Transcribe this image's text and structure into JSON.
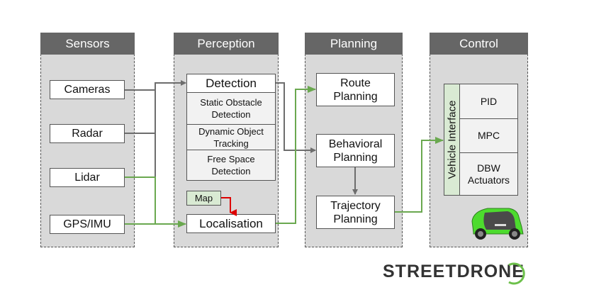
{
  "columns": {
    "sensors": {
      "title": "Sensors",
      "items": [
        "Cameras",
        "Radar",
        "Lidar",
        "GPS/IMU"
      ]
    },
    "perception": {
      "title": "Perception",
      "detection": "Detection",
      "detection_subitems": [
        "Static Obstacle Detection",
        "Dynamic Object Tracking",
        "Free Space Detection"
      ],
      "map": "Map",
      "localisation": "Localisation"
    },
    "planning": {
      "title": "Planning",
      "items": [
        "Route Planning",
        "Behavioral Planning",
        "Trajectory Planning"
      ]
    },
    "control": {
      "title": "Control",
      "vehicle_interface": "Vehicle Interface",
      "items": [
        "PID",
        "MPC",
        "DBW Actuators"
      ]
    }
  },
  "logo": {
    "text": "STREETDRONE",
    "ring_color": "#6cc04a"
  },
  "colors": {
    "gray_wire": "#6d6d6d",
    "green_wire": "#6aa84f",
    "red_wire": "#dd0000",
    "header": "#666666",
    "panel": "#d9d9d9"
  },
  "icons": {
    "car": "vehicle-image"
  }
}
